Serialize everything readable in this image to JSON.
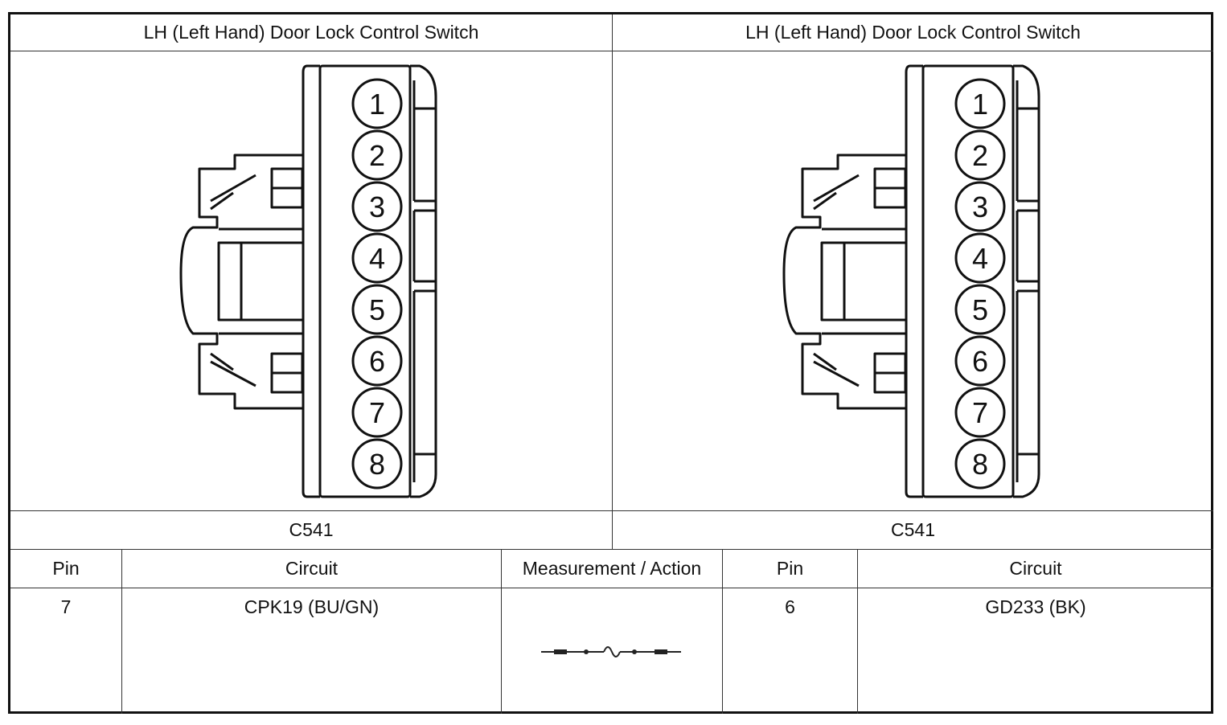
{
  "header": {
    "left_title": "LH (Left Hand) Door Lock Control Switch",
    "right_title": "LH (Left Hand) Door Lock Control Switch"
  },
  "connectors": {
    "left_id": "C541",
    "right_id": "C541",
    "pins": [
      "1",
      "2",
      "3",
      "4",
      "5",
      "6",
      "7",
      "8"
    ]
  },
  "table": {
    "headers": {
      "pin_a": "Pin",
      "circuit_a": "Circuit",
      "measurement": "Measurement / Action",
      "pin_b": "Pin",
      "circuit_b": "Circuit"
    },
    "row": {
      "pin_a": "7",
      "circuit_a": "CPK19 (BU/GN)",
      "measurement_icon": "resistance-symbol-icon",
      "pin_b": "6",
      "circuit_b": "GD233 (BK)"
    }
  }
}
